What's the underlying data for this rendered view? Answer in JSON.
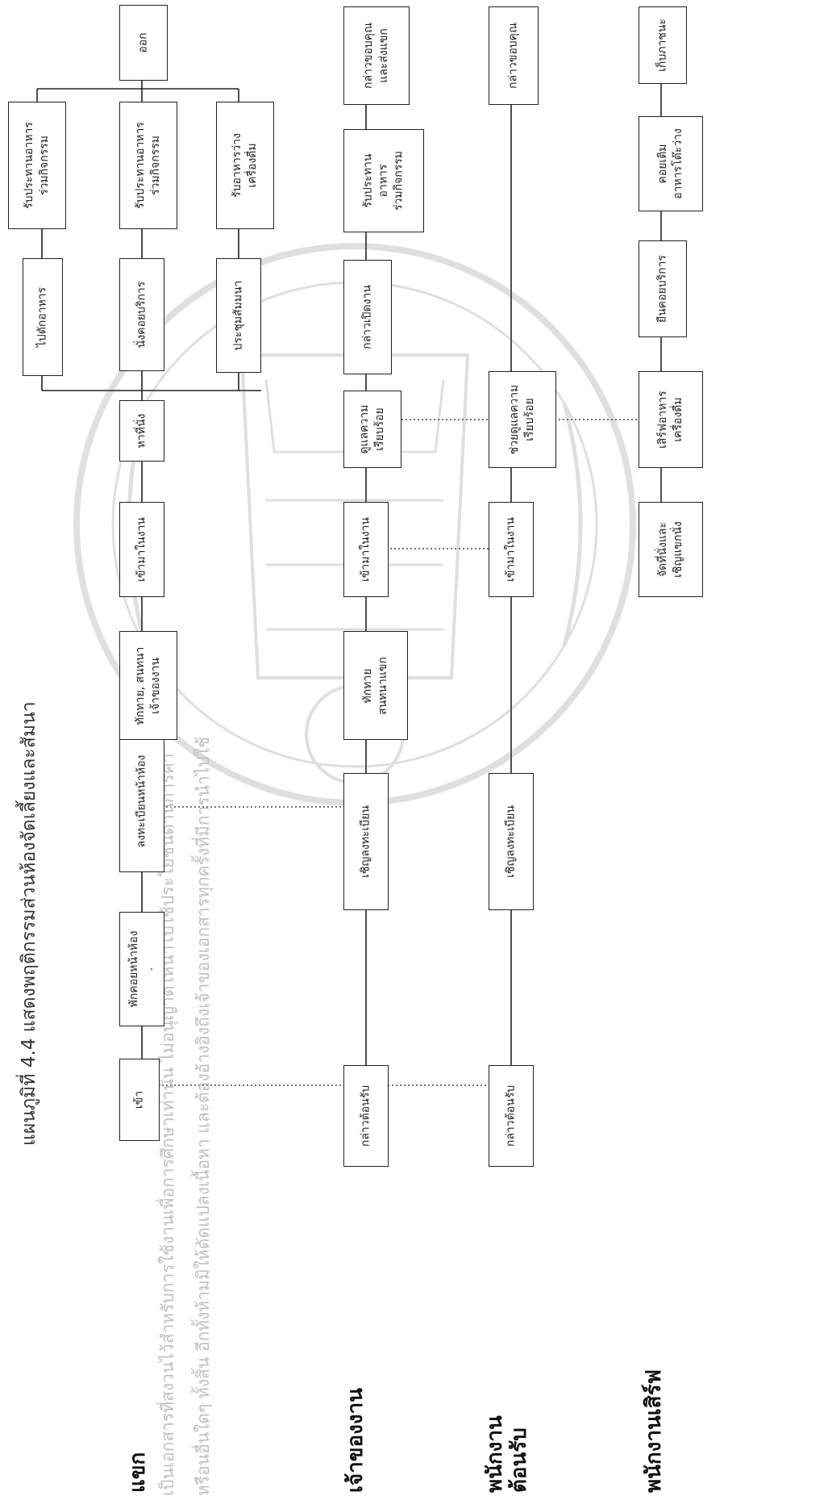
{
  "caption": "แผนภูมิที่ 4.4   แสดงพฤติกรรมส่วนห้องจัดเลี้ยงและสัมนา",
  "lanes": {
    "guest": "แขก",
    "host": "เจ้าของงาน",
    "reception": "พนักงาน\nต้อนรับ",
    "server": "พนักงานเสิร์ฟ"
  },
  "boxes": {
    "g_enter": "เข้า",
    "g_rest": "พักคอยหน้าห้อง\n.",
    "g_register": "ลงทะเบียนหน้าห้อง",
    "g_greet": "ทักทาย, สนทนา\nเจ้าของงาน",
    "g_enterhall": "เข้ามาในงาน",
    "g_seat": "หาที่นั่ง",
    "g_buffet": "ไปตักอาหาร",
    "g_waitservice": "นั่งคอยบริการ",
    "g_meeting": "ประชุมสัมมนา",
    "g_eat1": "รับประทานอาหาร\nร่วมกิจกรรม",
    "g_eat2": "รับประทานอาหาร\nร่วมกิจกรรม",
    "g_snack": "รับอาหารว่าง\nเครื่องดื่ม",
    "g_exit": "ออก",
    "h_welcome": "กล่าวต้อนรับ",
    "h_invite": "เชิญลงทะเบียน",
    "h_chat": "ทักทาย\nสนทนาแขก",
    "h_enterhall": "เข้ามาในงาน",
    "h_orderly": "ดูแลความ\nเรียบร้อย",
    "h_open": "กล่าวเปิดงาน",
    "h_eat": "รับประทาน\nอาหาร\nร่วมกิจกรรม",
    "h_thank": "กล่าวขอบคุณ\nและส่งแขก",
    "r_welcome": "กล่าวต้อนรับ",
    "r_invite": "เชิญลงทะเบียน",
    "r_enterhall": "เข้ามาในงาน",
    "r_help": "ช่วยดูแลความ\nเรียบร้อย",
    "r_thank": "กล่าวขอบคุณ",
    "s_seat": "จัดที่นั่งและ\nเชิญแขกนั่ง",
    "s_serve": "เสิร์ฟอาหาร\nเครื่องดื่ม",
    "s_standby": "ยืนคอยบริการ",
    "s_refill": "คอยเติม\nอาหารโต๊ะว่าง",
    "s_clear": "เก็บภาชนะ"
  },
  "watermark": {
    "line1": "เป็นเอกสารที่สงวนไว้สำหรับการใช้งานเพื่อการศึกษาเท่านั้น ไม่อนุญาตให้นำไปใช้ประโยชน์ด้านการค้า",
    "line2": "หรือนอื่นใดๆ ทั้งสิ้น อีกทั้งห้ามมิให้ดัดแปลงเนื้อหา และต้องอ้างอิงถึงเจ้าของเอกสารทุกครั้งที่มีการนำไปใช้"
  }
}
